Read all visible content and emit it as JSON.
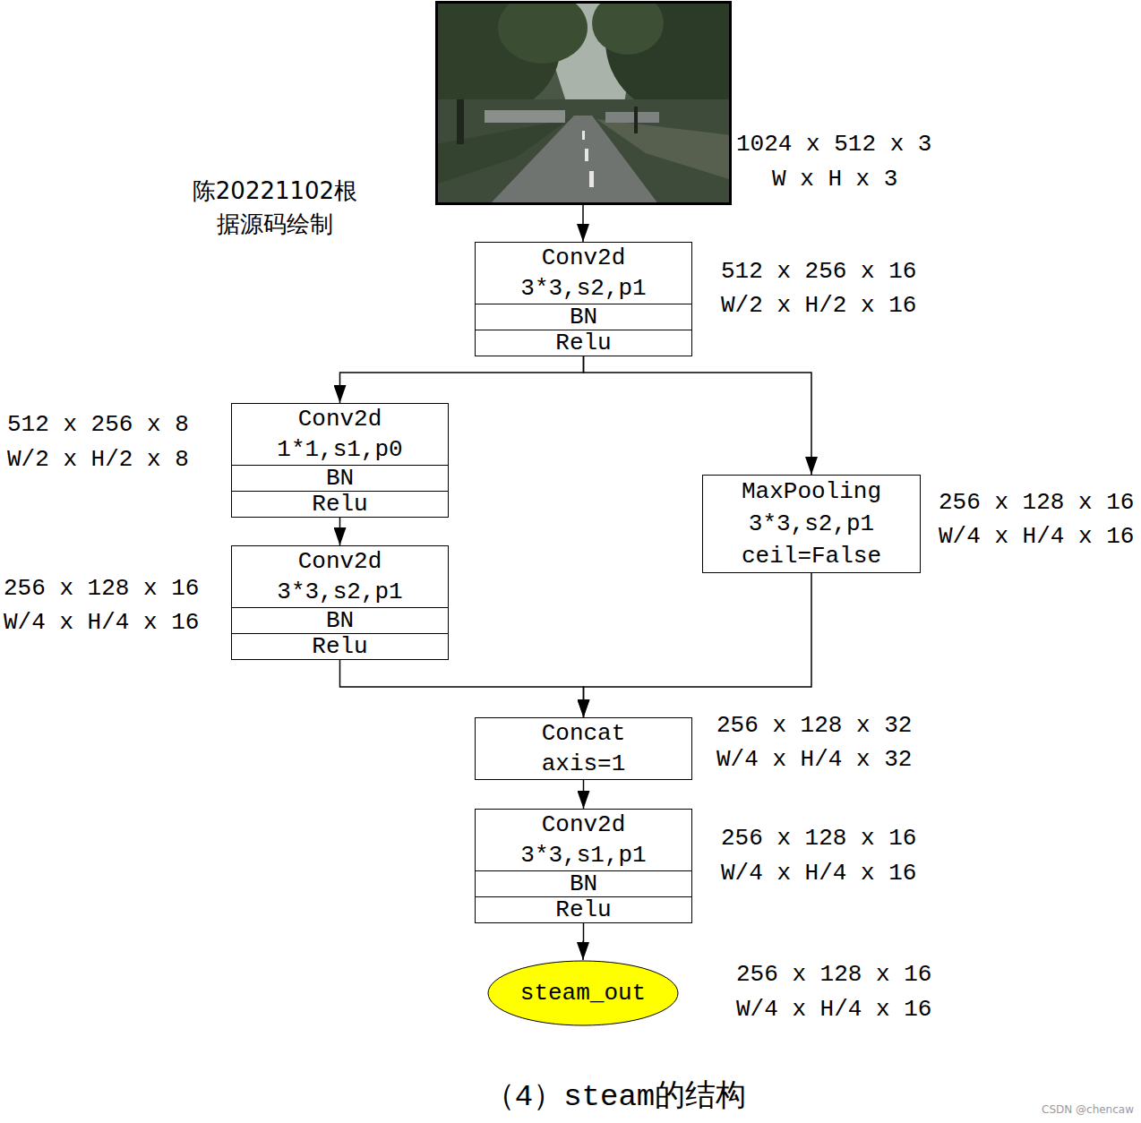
{
  "diagram": {
    "caption": "（4）steam的结构",
    "nodes": [
      {
        "text": [
          "Conv2d 3*3,s2,p1",
          "BN",
          "Relu"
        ]
      },
      {
        "text": [
          "Conv2d 1*1,s1,p0",
          "BN",
          "Relu"
        ]
      },
      {
        "text": [
          "MaxPooling 3*3,s2,p1 ceil=False"
        ]
      },
      {
        "text": [
          "Conv2d 3*3,s2,p1",
          "BN",
          "Relu"
        ]
      },
      {
        "text": [
          "Concat axis=1"
        ]
      },
      {
        "text": [
          "Conv2d 3*3,s1,p1",
          "BN",
          "Relu"
        ]
      },
      {
        "text": [
          "steam_out"
        ]
      }
    ],
    "edges": [
      {
        "from": 0,
        "to": 1,
        "arrow": "to"
      },
      {
        "from": 0,
        "to": 2,
        "arrow": "to"
      },
      {
        "from": 1,
        "to": 3,
        "arrow": "to"
      },
      {
        "from": 3,
        "to": 4,
        "arrow": "to"
      },
      {
        "from": 2,
        "to": 4,
        "arrow": "to"
      },
      {
        "from": 4,
        "to": 5,
        "arrow": "to"
      },
      {
        "from": 5,
        "to": 6,
        "arrow": "to"
      }
    ],
    "labels": [
      "1024 x 512 x 3",
      "W x H x 3",
      "陈20221102根 据源码绘制",
      "512 x 256 x 16",
      "W/2 x H/2 x 16",
      "512 x 256 x 8",
      "W/2 x H/2 x 8",
      "256 x 128 x 16",
      "W/4 x H/4 x 16",
      "256 x 128 x 16",
      "W/4 x H/4 x 16",
      "256 x 128 x 32",
      "W/4 x H/4 x 32",
      "256 x 128 x 16",
      "W/4 x H/4 x 16",
      "256 x 128 x 16",
      "W/4 x H/4 x 16",
      "CSDN @chencaw"
    ]
  }
}
